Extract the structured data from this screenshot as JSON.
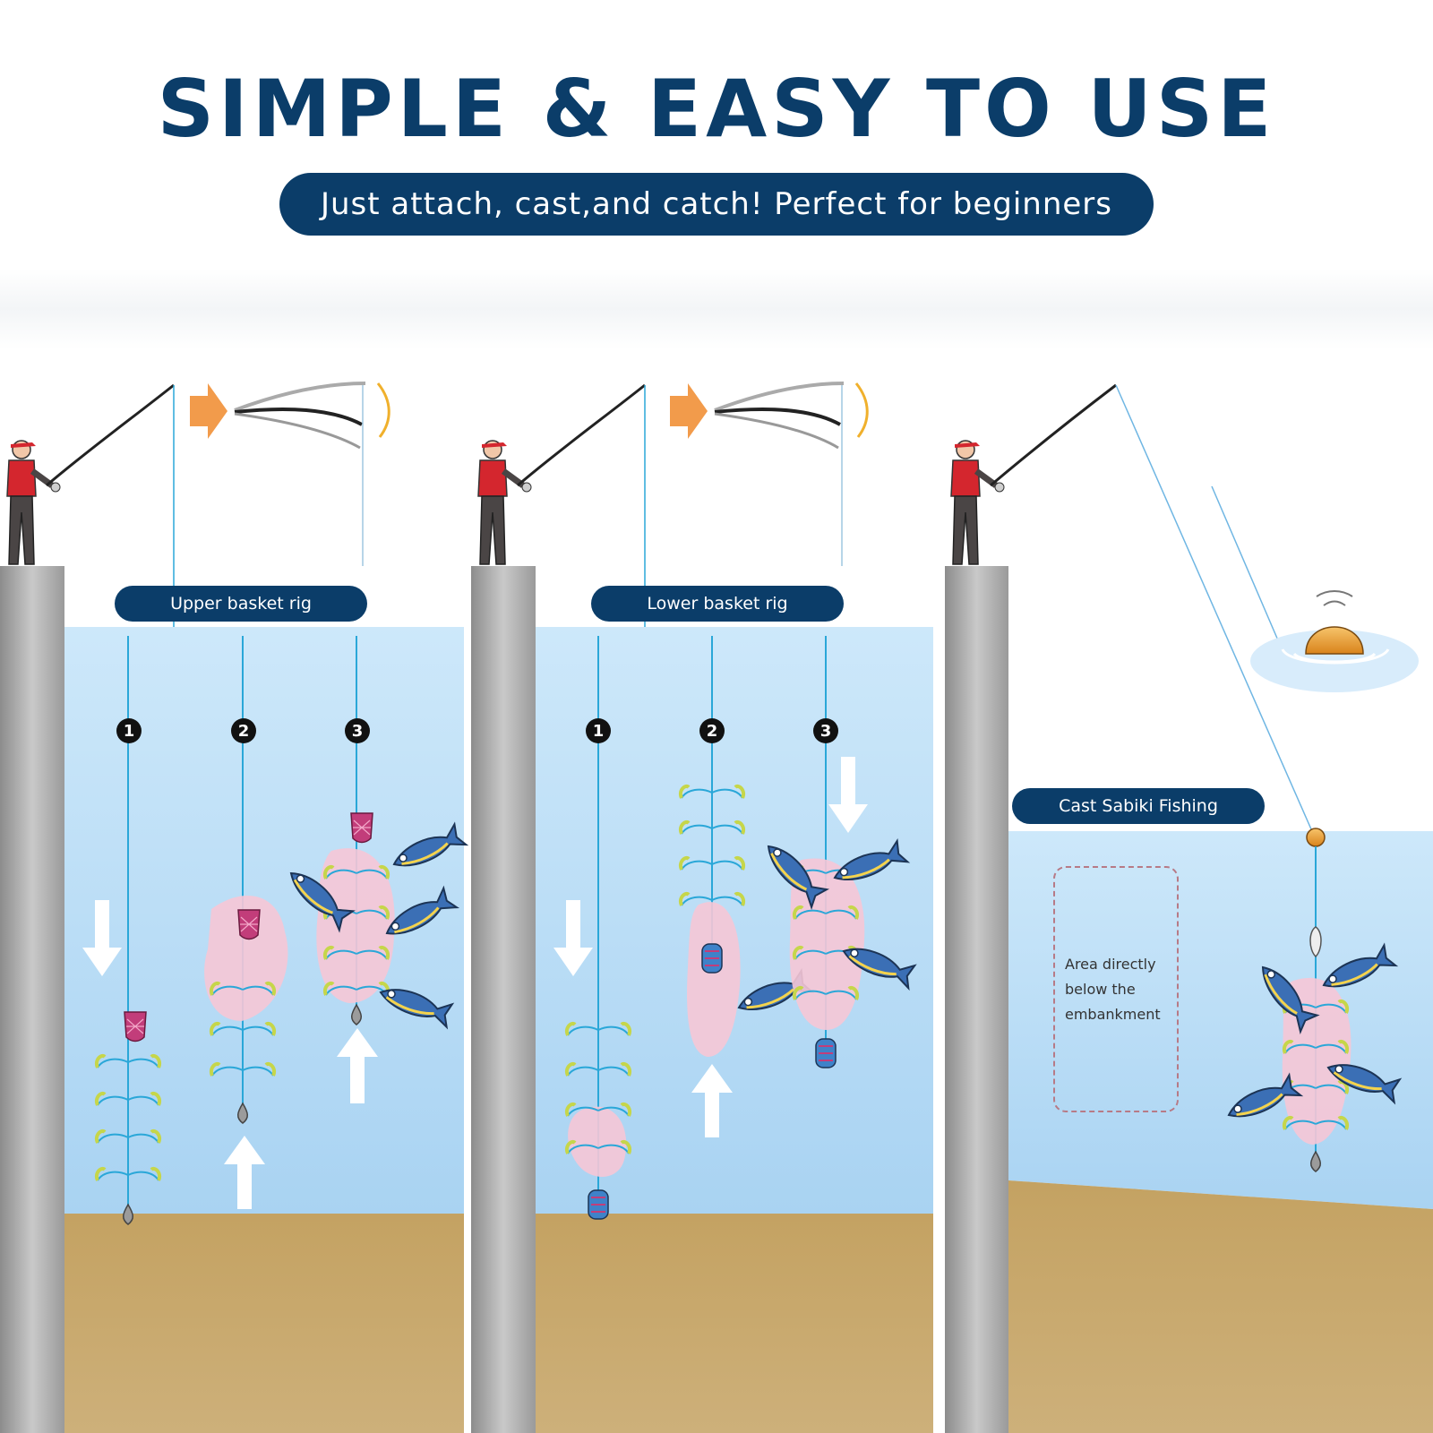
{
  "header": {
    "title": "SIMPLE & EASY TO USE",
    "subtitle": "Just attach, cast,and catch! Perfect for beginners"
  },
  "panels": [
    {
      "label": "Upper basket rig",
      "steps": [
        "1",
        "2",
        "3"
      ]
    },
    {
      "label": "Lower basket rig",
      "steps": [
        "1",
        "2",
        "3"
      ]
    },
    {
      "label": "Cast Sabiki Fishing",
      "note": "Area directly below the embankment"
    }
  ],
  "colors": {
    "navy": "#0b3d69",
    "water": "#bfe0f7",
    "sand": "#c9a96a",
    "wall": "#b8b8b8",
    "line": "#2aa7d8",
    "bait": "#f6c7d6",
    "basket": "#c23d7a",
    "orange": "#f08a2c"
  },
  "icons": [
    "angler-icon",
    "rod-bend-icon",
    "fish-icon",
    "bait-basket-icon",
    "float-icon",
    "arrow-icon"
  ]
}
